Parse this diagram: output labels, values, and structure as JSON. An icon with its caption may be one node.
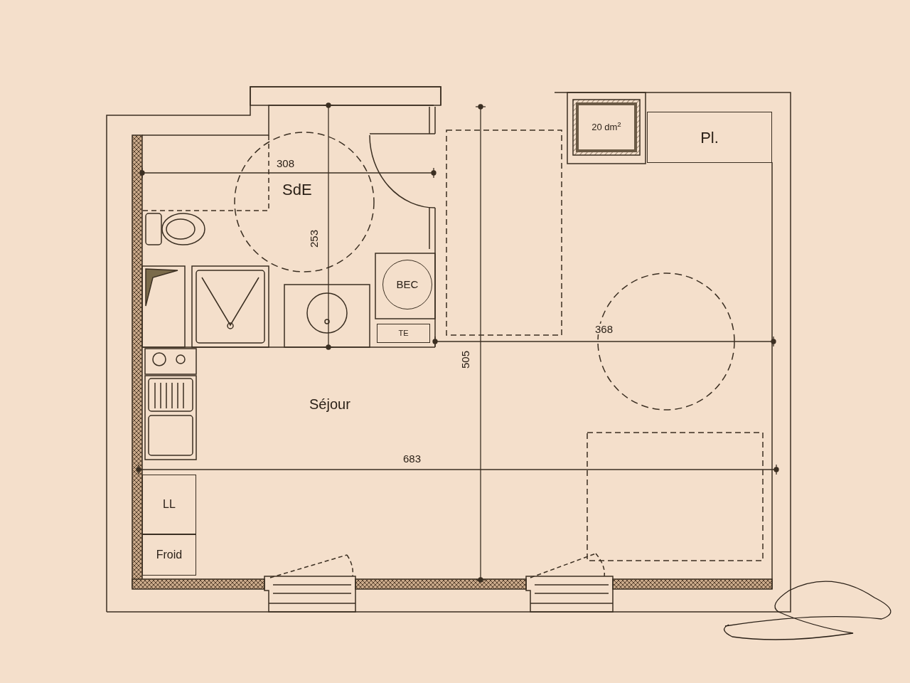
{
  "diagram": {
    "nodes": [
      {
        "text": [
          "BEC"
        ]
      },
      {
        "text": [
          "TE"
        ]
      },
      {
        "text": [
          "20 dm$^{2}$"
        ]
      },
      {
        "text": [
          "Pl."
        ]
      },
      {
        "text": [
          "LL"
        ]
      },
      {
        "text": [
          "Froid"
        ]
      }
    ],
    "labels": [
      "308",
      "SdE",
      "253",
      "368",
      "505",
      "Séjour",
      "683"
    ]
  }
}
